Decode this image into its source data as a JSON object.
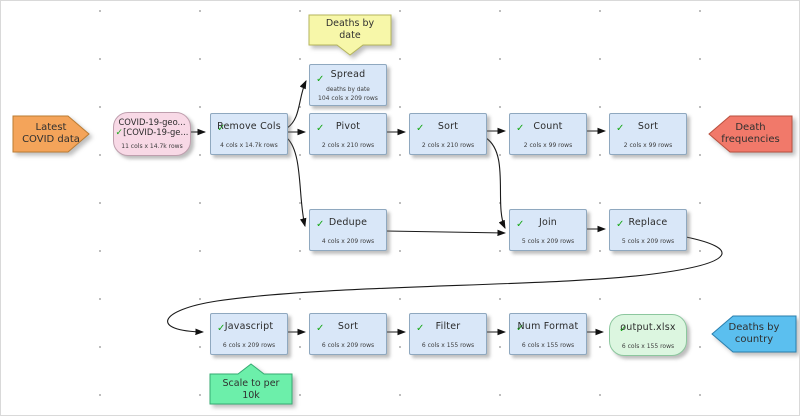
{
  "diagram": {
    "check_glyph": "✓",
    "colors": {
      "node_fill": "#d9e7f8",
      "node_border": "#8fa8bf",
      "source_fill": "#f8d9e6",
      "output_fill": "#dcf6e0",
      "check_green": "#18a818",
      "connector": "#1a1a1a",
      "banner_orange": "#f4a45a",
      "banner_red": "#f1796a",
      "banner_cyan": "#5bbfef",
      "note_yellow": "#f7f7a9",
      "note_green": "#6cefaa"
    },
    "source_node": {
      "title_line1": "COVID-19-geo...",
      "title_line2": "[COVID-19-ge...",
      "stats": "11 cols x 14.7k rows"
    },
    "nodes": {
      "remove_cols": {
        "title": "Remove Cols",
        "stats": "4 cols x 14.7k rows"
      },
      "spread": {
        "title": "Spread",
        "note": "deaths by date",
        "stats": "104 cols x 209 rows"
      },
      "pivot": {
        "title": "Pivot",
        "stats": "2 cols x 210 rows"
      },
      "sort1": {
        "title": "Sort",
        "stats": "2 cols x 210 rows"
      },
      "count": {
        "title": "Count",
        "stats": "2 cols x 99 rows"
      },
      "sort2": {
        "title": "Sort",
        "stats": "2 cols x 99 rows"
      },
      "dedupe": {
        "title": "Dedupe",
        "stats": "4 cols x 209 rows"
      },
      "join": {
        "title": "Join",
        "stats": "5 cols x 209 rows"
      },
      "replace": {
        "title": "Replace",
        "stats": "5 cols x 209 rows"
      },
      "javascript": {
        "title": "Javascript",
        "stats": "6 cols x 209 rows"
      },
      "sort3": {
        "title": "Sort",
        "stats": "6 cols x 209 rows"
      },
      "filter": {
        "title": "Filter",
        "stats": "6 cols x 155 rows"
      },
      "num_format": {
        "title": "Num Format",
        "stats": "6 cols x 155 rows"
      },
      "output": {
        "title": "output.xlsx",
        "stats": "6 cols x 155 rows"
      }
    },
    "banners": {
      "input_label": {
        "text": "Latest\nCOVID data",
        "color": "#f4a45a"
      },
      "death_freq": {
        "text": "Death\nfrequencies",
        "color": "#f1796a"
      },
      "deaths_country": {
        "text": "Deaths by\ncountry",
        "color": "#5bbfef"
      }
    },
    "notes": {
      "deaths_by_date": {
        "text": "Deaths by\ndate",
        "color": "#f7f7a9"
      },
      "scale": {
        "text": "Scale to per\n10k",
        "color": "#6cefaa"
      }
    }
  }
}
